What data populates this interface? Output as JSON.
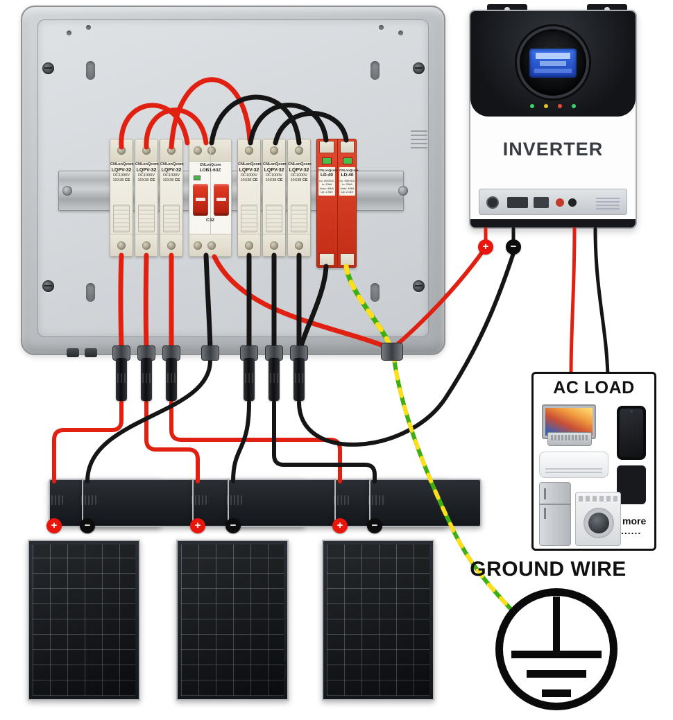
{
  "combiner": {
    "fuse": {
      "brand": "CNLonQcom",
      "model": "LQPV-32",
      "voltage": "DC1000V",
      "size": "10X38",
      "ce": "CE"
    },
    "breaker": {
      "brand": "CNLonQcom",
      "model": "LOB1-63Z",
      "rating": "C32"
    },
    "spd": {
      "brand": "CNLonQcom",
      "model": "LD-40",
      "spec_uc": "Uc: 500VDC",
      "spec_in": "In: 20kA",
      "spec_imax": "Imax: 40kA",
      "spec_up": "Up: 2.0kV"
    }
  },
  "inverter": {
    "label": "INVERTER"
  },
  "terminals": {
    "plus": "+",
    "minus": "−"
  },
  "ac_load": {
    "title": "AC LOAD",
    "more_label": "more",
    "dots": "......",
    "items": [
      "computer",
      "phone",
      "air-conditioner",
      "fridge",
      "washing-machine"
    ]
  },
  "ground": {
    "label": "GROUND WIRE"
  },
  "colors": {
    "pv_positive": "#e02010",
    "pv_negative": "#151515",
    "ground_green": "#3fae10",
    "ground_yellow": "#ffdf1b",
    "spd_red": "#d62f1f"
  }
}
